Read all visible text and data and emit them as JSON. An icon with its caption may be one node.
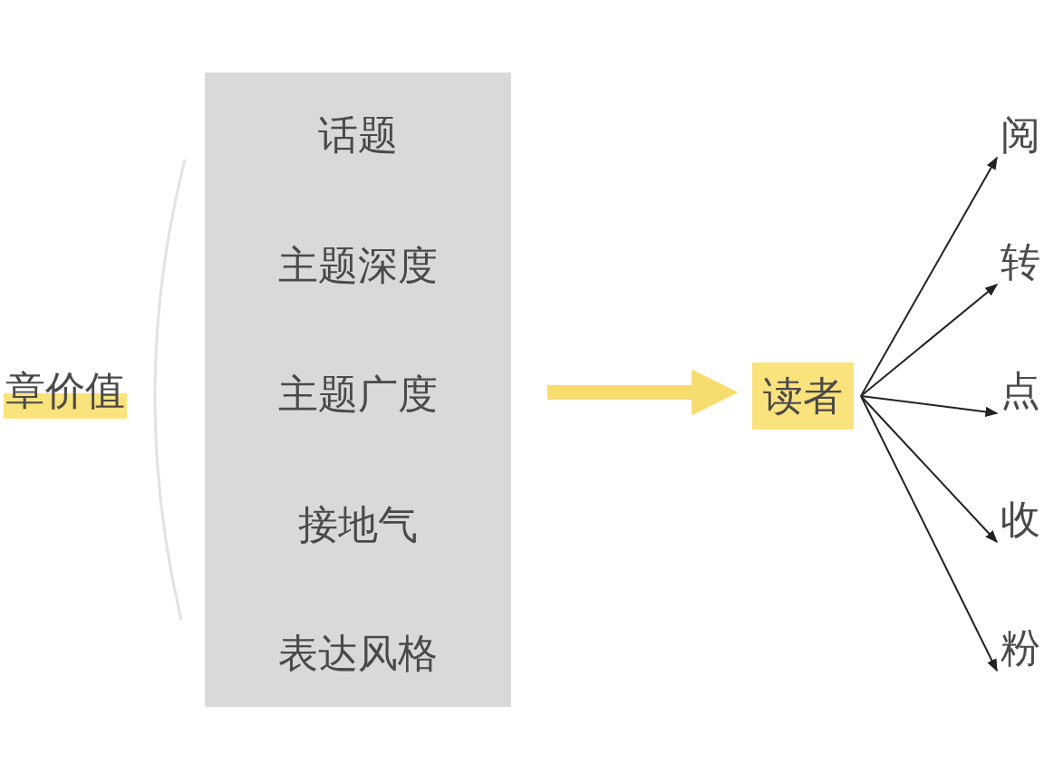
{
  "diagram": {
    "nodes": [
      {
        "text": [
          "章价值"
        ]
      },
      {
        "text": [],
        "shape": "box"
      },
      {
        "text": [
          "话题"
        ],
        "in": 1
      },
      {
        "text": [
          "主题深度"
        ],
        "in": 1
      },
      {
        "text": [
          "主题广度"
        ],
        "in": 1
      },
      {
        "text": [
          "接地气"
        ],
        "in": 1
      },
      {
        "text": [
          "表达风格"
        ],
        "in": 1
      },
      {
        "text": [
          "读者"
        ]
      },
      {
        "text": [
          "阅"
        ]
      },
      {
        "text": [
          "转"
        ]
      },
      {
        "text": [
          "点"
        ]
      },
      {
        "text": [
          "收"
        ]
      },
      {
        "text": [
          "粉"
        ]
      }
    ],
    "edges": [
      {
        "from": 1,
        "to": 7,
        "arrow": "to",
        "style": "thick",
        "color": "#f7dc6f"
      },
      {
        "from": 7,
        "to": 8,
        "arrow": "to"
      },
      {
        "from": 7,
        "to": 9,
        "arrow": "to"
      },
      {
        "from": 7,
        "to": 10,
        "arrow": "to"
      },
      {
        "from": 7,
        "to": 11,
        "arrow": "to"
      },
      {
        "from": 7,
        "to": 12,
        "arrow": "to"
      }
    ]
  }
}
